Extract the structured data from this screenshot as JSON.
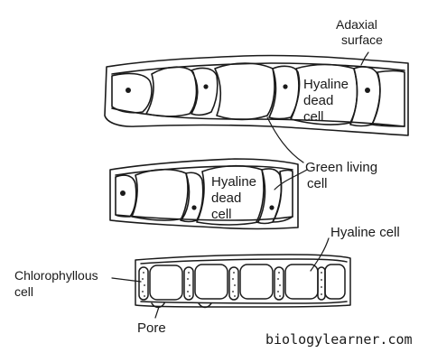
{
  "labels": {
    "adaxial": [
      "Adaxial",
      "surface"
    ],
    "hyaline_dead_cell_top": [
      "Hyaline",
      "dead",
      "cell"
    ],
    "green_living_cell": [
      "Green living",
      "cell"
    ],
    "hyaline_dead_cell_mid": [
      "Hyaline",
      "dead",
      "cell"
    ],
    "hyaline_cell": "Hyaline cell",
    "chlorophyllous_cell": [
      "Chlorophyllous",
      "cell"
    ],
    "pore": "Pore"
  },
  "watermark": "biologylearner.com",
  "colors": {
    "ink": "#1a1a1a",
    "paper": "#ffffff"
  }
}
